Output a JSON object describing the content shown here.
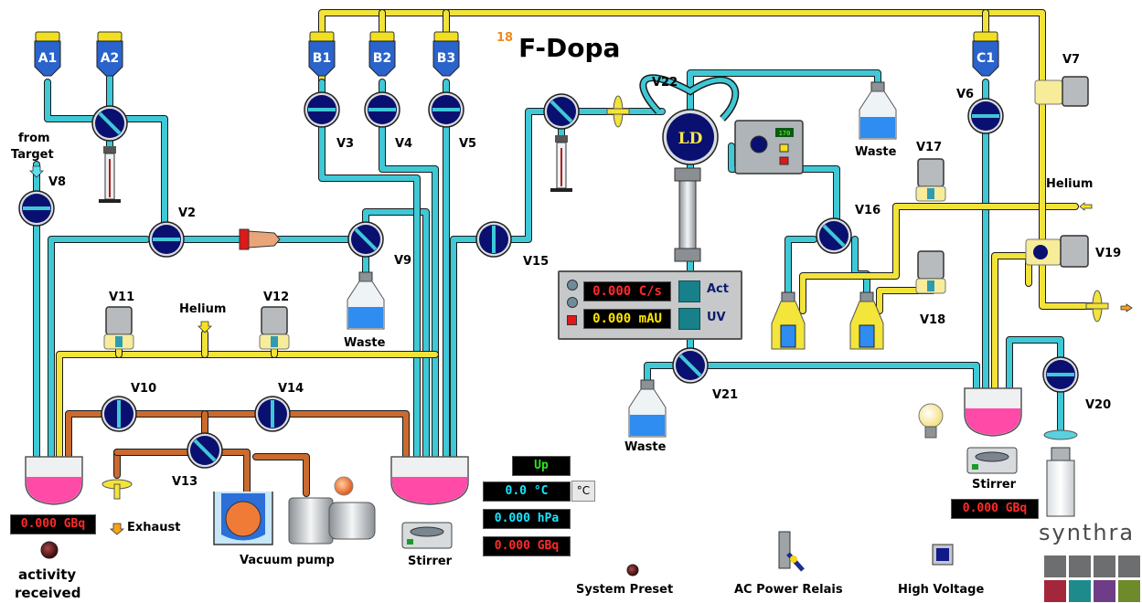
{
  "title": {
    "superscript": "18",
    "name": "F-Dopa"
  },
  "reagent_vials": [
    "A1",
    "A2",
    "B1",
    "B2",
    "B3",
    "C1"
  ],
  "valve_labels": [
    "V2",
    "V3",
    "V4",
    "V5",
    "V6",
    "V7",
    "V8",
    "V9",
    "V10",
    "V11",
    "V12",
    "V13",
    "V14",
    "V15",
    "V16",
    "V17",
    "V18",
    "V19",
    "V20",
    "V21",
    "V22"
  ],
  "labels": {
    "from": "from",
    "target": "Target",
    "helium_left": "Helium",
    "helium_right": "Helium",
    "waste_1": "Waste",
    "waste_2": "Waste",
    "waste_3": "Waste",
    "exhaust": "Exhaust",
    "vacuum_pump": "Vacuum pump",
    "stirrer_1": "Stirrer",
    "stirrer_2": "Stirrer",
    "activity_received_1": "activity",
    "activity_received_2": "received",
    "ld": "LD",
    "pump_display": "170"
  },
  "readouts": {
    "activity_main": "0.000 GBq",
    "activity_bottom_center": "0.000 GBq",
    "activity_right": "0.000 GBq",
    "status_up": "Up",
    "temperature": "0.0 °C",
    "temperature_unit_button": "°C",
    "pressure": "0.000 hPa",
    "detector_act": "0.000 C/s",
    "detector_uv": "0.000 mAU",
    "act_button": "Act",
    "uv_button": "UV"
  },
  "bottom_controls": {
    "system_preset": "System Preset",
    "ac_power_relais": "AC Power Relais",
    "high_voltage": "High Voltage"
  },
  "brand": "synthra",
  "colors": {
    "fluid": "#3fc8d6",
    "gas": "#f2e33a",
    "vacuum": "#c96b2e",
    "valve": "#0a1070",
    "reactor_liquid": "#ff4aa8",
    "vial_cap": "#f2e020",
    "vial_liquid": "#2f8cf0"
  },
  "brand_tiles": [
    "#6d6e70",
    "#6d6e70",
    "#6d6e70",
    "#6d6e70",
    "#a3263a",
    "#1f8a8c",
    "#6f3c87",
    "#6e8a2a"
  ]
}
